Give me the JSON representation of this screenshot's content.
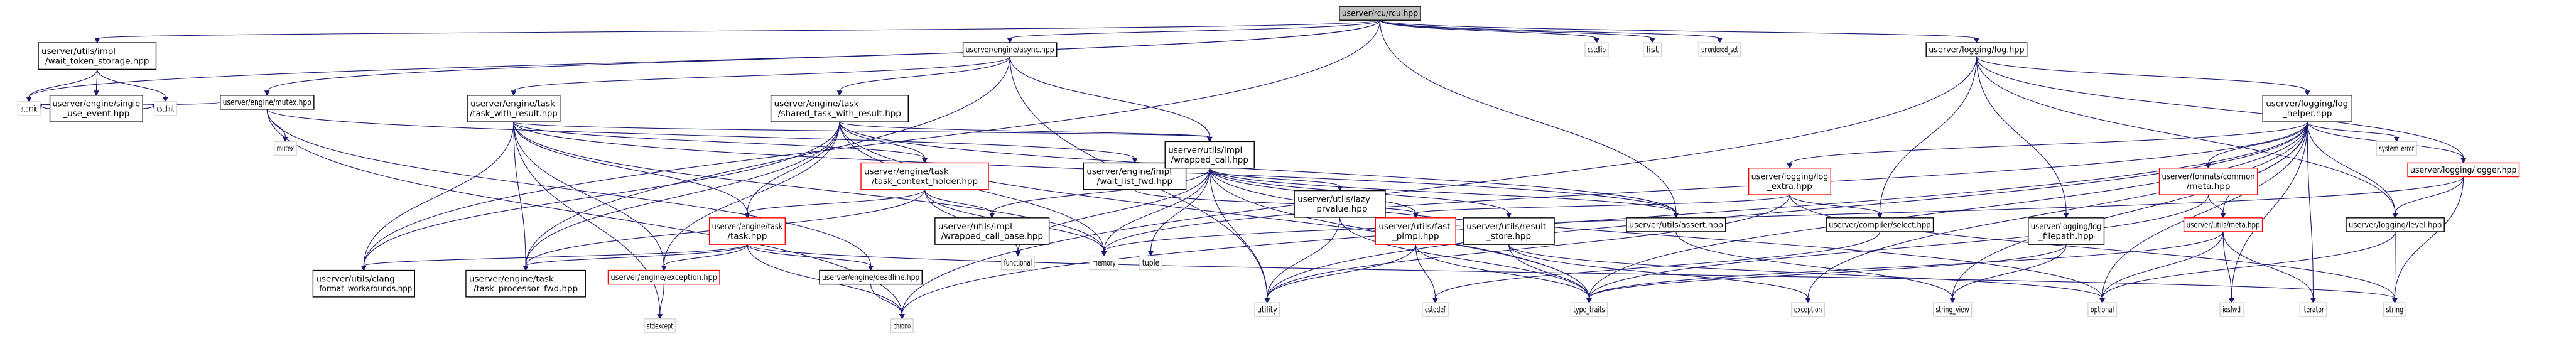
{
  "colors": {
    "edge": "#191970",
    "node_border": "#000000",
    "node_fill": "#ffffff",
    "root_fill": "#bfbfbf",
    "error_border": "#ff0000",
    "plain_text": "#000000"
  },
  "nodes": {
    "root": [
      "userver/rcu/rcu.hpp"
    ],
    "wait_token": [
      "userver/utils/impl",
      "/wait_token_storage.hpp"
    ],
    "single_use_event": [
      "userver/engine/single",
      "_use_event.hpp"
    ],
    "mutex_hpp": [
      "userver/engine/mutex.hpp"
    ],
    "async": [
      "userver/engine/async.hpp"
    ],
    "task_with_result": [
      "userver/engine/task",
      "/task_with_result.hpp"
    ],
    "shared_task": [
      "userver/engine/task",
      "/shared_task_with_result.hpp"
    ],
    "task_context_holder": [
      "userver/engine/task",
      "/task_context_holder.hpp"
    ],
    "wait_list_fwd": [
      "userver/engine/impl",
      "/wait_list_fwd.hpp"
    ],
    "wrapped_call": [
      "userver/utils/impl",
      "/wrapped_call.hpp"
    ],
    "task_hpp": [
      "userver/engine/task",
      "/task.hpp"
    ],
    "wrapped_call_base": [
      "userver/utils/impl",
      "/wrapped_call_base.hpp"
    ],
    "lazy_prvalue": [
      "userver/utils/lazy",
      "_prvalue.hpp"
    ],
    "fast_pimpl": [
      "userver/utils/fast",
      "_pimpl.hpp"
    ],
    "result_store": [
      "userver/utils/result",
      "_store.hpp"
    ],
    "assert": [
      "userver/utils/assert.hpp"
    ],
    "log": [
      "userver/logging/log.hpp"
    ],
    "log_helper": [
      "userver/logging/log",
      "_helper.hpp"
    ],
    "log_extra": [
      "userver/logging/log",
      "_extra.hpp"
    ],
    "select": [
      "userver/compiler/select.hpp"
    ],
    "formats_meta": [
      "userver/formats/common",
      "/meta.hpp"
    ],
    "meta": [
      "userver/utils/meta.hpp"
    ],
    "log_filepath": [
      "userver/logging/log",
      "_filepath.hpp"
    ],
    "logger": [
      "userver/logging/logger.hpp"
    ],
    "level": [
      "userver/logging/level.hpp"
    ],
    "clang_format": [
      "userver/utils/clang",
      "_format_workarounds.hpp"
    ],
    "task_processor_fwd": [
      "userver/engine/task",
      "/task_processor_fwd.hpp"
    ],
    "deadline": [
      "userver/engine/deadline.hpp"
    ],
    "exception_hpp": [
      "userver/engine/exception.hpp"
    ],
    "atomic": [
      "atomic"
    ],
    "cstdint": [
      "cstdint"
    ],
    "mutex": [
      "mutex"
    ],
    "functional": [
      "functional"
    ],
    "memory": [
      "memory"
    ],
    "tuple": [
      "tuple"
    ],
    "utility": [
      "utility"
    ],
    "cstddef": [
      "cstddef"
    ],
    "type_traits": [
      "type_traits"
    ],
    "exception": [
      "exception"
    ],
    "optional": [
      "optional"
    ],
    "string_view": [
      "string_view"
    ],
    "string": [
      "string"
    ],
    "iosfwd": [
      "iosfwd"
    ],
    "iterator": [
      "iterator"
    ],
    "system_error": [
      "system_error"
    ],
    "stdexcept": [
      "stdexcept"
    ],
    "chrono": [
      "chrono"
    ],
    "cstdlib": [
      "cstdlib"
    ],
    "list": [
      "list"
    ],
    "unordered_set": [
      "unordered_set"
    ]
  }
}
